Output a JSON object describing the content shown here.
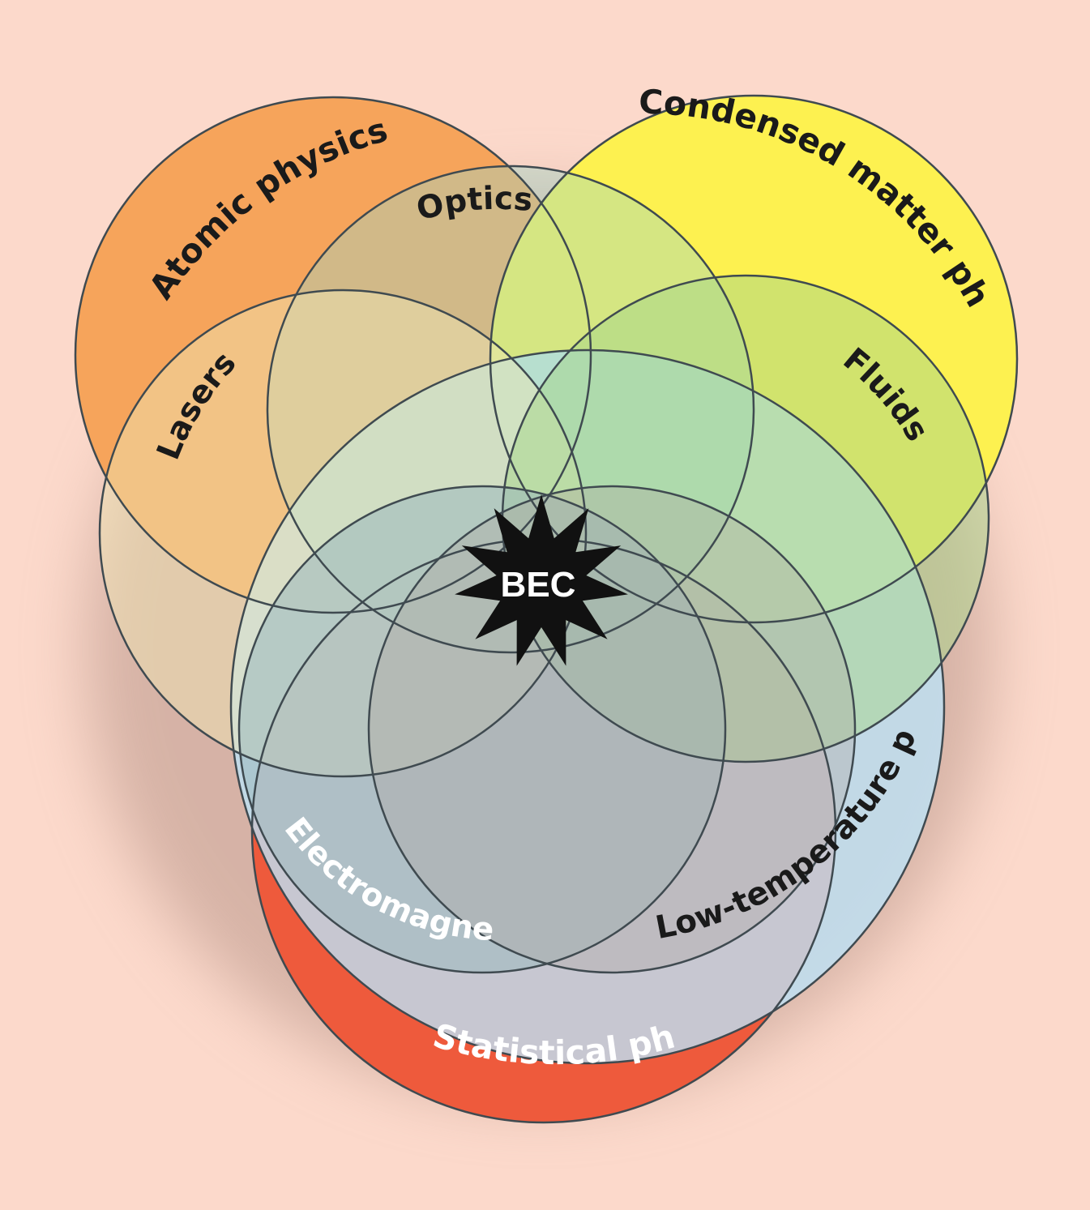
{
  "diagram": {
    "center_label": "BEC",
    "fields": {
      "atomic_physics": "Atomic physics",
      "condensed_matter_physics": "Condensed matter physics",
      "optics": "Optics",
      "lasers": "Lasers",
      "fluids": "Fluids",
      "electromagnetism": "Electromagnetism",
      "low_temperature_physics": "Low-temperature physics",
      "statistical_physics": "Statistical physics"
    },
    "colors": {
      "background": "#fcd9cb",
      "atomic_physics": "#f6a45b",
      "condensed_matter_physics": "#fdf150",
      "statistical_physics": "#ee5a3c",
      "low_temperature_physics": "#bde2f6",
      "optics": "#9ed6c8",
      "lasers": "#efe5b4",
      "fluids": "#a6d68a",
      "electromagnetism": "#9ab8be",
      "star": "#111111"
    }
  }
}
